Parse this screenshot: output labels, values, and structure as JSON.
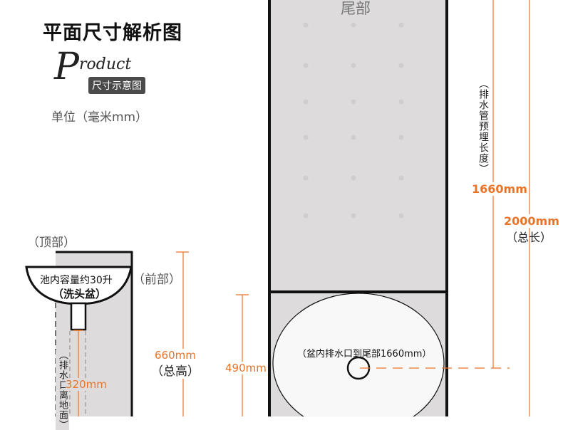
{
  "header": {
    "title": "平面尺寸解析图",
    "logo_script": "Product",
    "badge": "尺寸示意图",
    "unit": "单位（毫米mm）"
  },
  "side_view": {
    "top_label": "（顶部）",
    "front_label": "（前部）",
    "basin_capacity": "池内容量约30升",
    "basin_name": "（洗头盆）",
    "drain_height_label": "（排水口离地面）",
    "drain_height_value": "320mm",
    "total_height_value": "660mm",
    "total_height_label": "（总高）",
    "seat_height_value": "490mm"
  },
  "top_view": {
    "tail_label": "尾部",
    "drain_to_tail_note": "（盆内排水口到尾部1660mm）",
    "pipe_length_label": "（排水管预埋长度）",
    "pipe_length_value": "1660mm",
    "total_length_value": "2000mm",
    "total_length_label": "（总长）"
  },
  "colors": {
    "accent": "#e8742a",
    "panel": "#dddbdb",
    "outline": "#111111"
  }
}
